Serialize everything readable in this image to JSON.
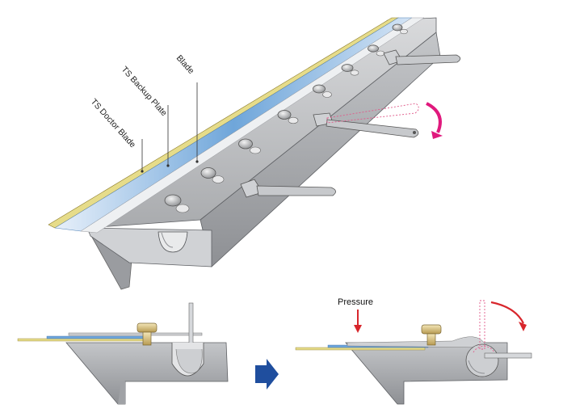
{
  "labels": {
    "blade": "Blade",
    "backup_plate": "TS Backup Plate",
    "doctor_blade": "TS Doctor Blade",
    "pressure": "Pressure"
  },
  "colors": {
    "body_gray": "#b9bbbe",
    "doctor_blade_yellow": "#e6dc8a",
    "backup_plate_blue": "#6fa6da",
    "rotation_arrow_magenta": "#e0197d",
    "pressure_arrow_red": "#d8262c",
    "step_arrow_blue": "#1f4e9e"
  },
  "icons": {
    "rotation": "curved-arrow-icon",
    "step": "right-arrow-icon",
    "pressure": "down-arrow-icon"
  }
}
